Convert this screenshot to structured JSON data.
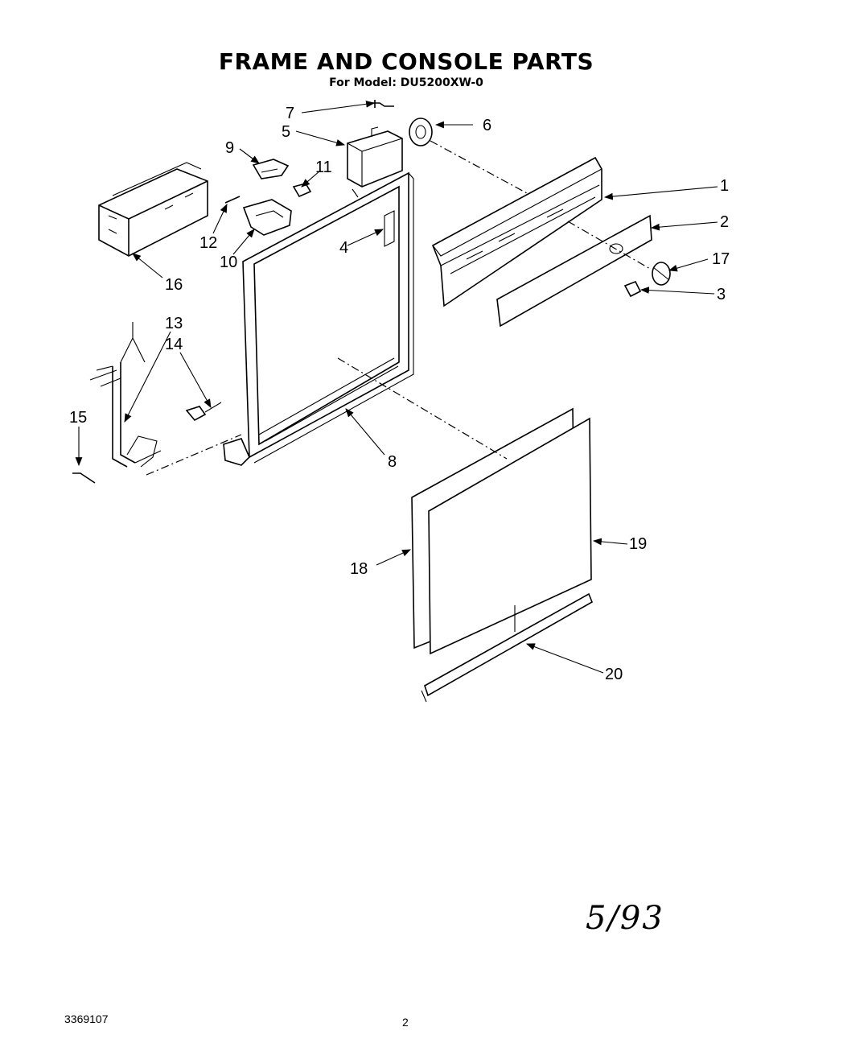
{
  "title": "FRAME AND CONSOLE PARTS",
  "subtitle": "For Model: DU5200XW-0",
  "part_labels": {
    "p1": "1",
    "p2": "2",
    "p3": "3",
    "p4": "4",
    "p5": "5",
    "p6": "6",
    "p7": "7",
    "p8": "8",
    "p9": "9",
    "p10": "10",
    "p11": "11",
    "p12": "12",
    "p13": "13",
    "p14": "14",
    "p15": "15",
    "p16": "16",
    "p17": "17",
    "p18": "18",
    "p19": "19",
    "p20": "20"
  },
  "handwritten_date": "5/93",
  "footer": {
    "doc_number": "3369107",
    "page_number": "2"
  }
}
